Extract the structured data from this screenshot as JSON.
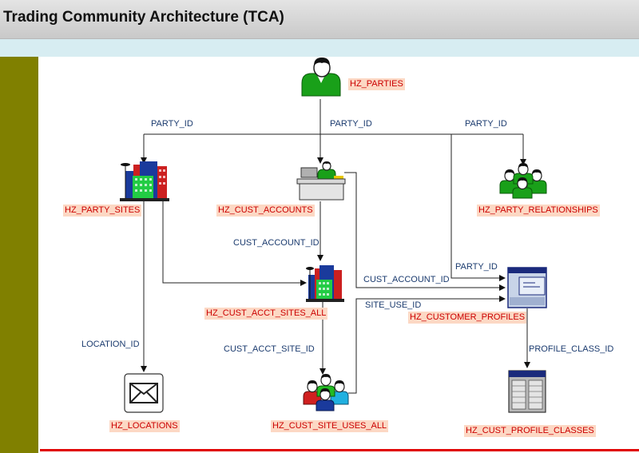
{
  "header": {
    "title": "Trading Community Architecture (TCA)"
  },
  "entities": {
    "hz_parties": "HZ_PARTIES",
    "hz_party_sites": "HZ_PARTY_SITES",
    "hz_cust_accounts": "HZ_CUST_ACCOUNTS",
    "hz_party_relationships": "HZ_PARTY_RELATIONSHIPS",
    "hz_cust_acct_sites_all": "HZ_CUST_ACCT_SITES_ALL",
    "hz_customer_profiles": "HZ_CUSTOMER_PROFILES",
    "hz_locations": "HZ_LOCATIONS",
    "hz_cust_site_uses_all": "HZ_CUST_SITE_USES_ALL",
    "hz_cust_profile_classes": "HZ_CUST_PROFILE_CLASSES"
  },
  "keys": {
    "party_id_left": "PARTY_ID",
    "party_id_center": "PARTY_ID",
    "party_id_right": "PARTY_ID",
    "party_id_profiles": "PARTY_ID",
    "cust_account_id_sites": "CUST_ACCOUNT_ID",
    "cust_account_id_profiles": "CUST_ACCOUNT_ID",
    "site_use_id": "SITE_USE_ID",
    "location_id": "LOCATION_ID",
    "cust_acct_site_id": "CUST_ACCT_SITE_ID",
    "profile_class_id": "PROFILE_CLASS_ID"
  },
  "colors": {
    "label_text": "#cc0000",
    "label_bg": "#fcd8c4",
    "key_text": "#1a3a6e",
    "accent_bar": "#808000",
    "bottom_rule": "#e00000"
  }
}
